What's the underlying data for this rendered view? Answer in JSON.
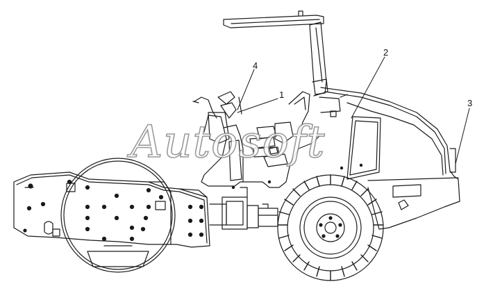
{
  "callouts": {
    "c1": "1",
    "c2": "2",
    "c3": "3",
    "c4": "4"
  },
  "watermark": "Autosoft",
  "colors": {
    "line": "#1a1a1a",
    "watermark_outline": "#8a8a8a",
    "background": "#ffffff"
  }
}
